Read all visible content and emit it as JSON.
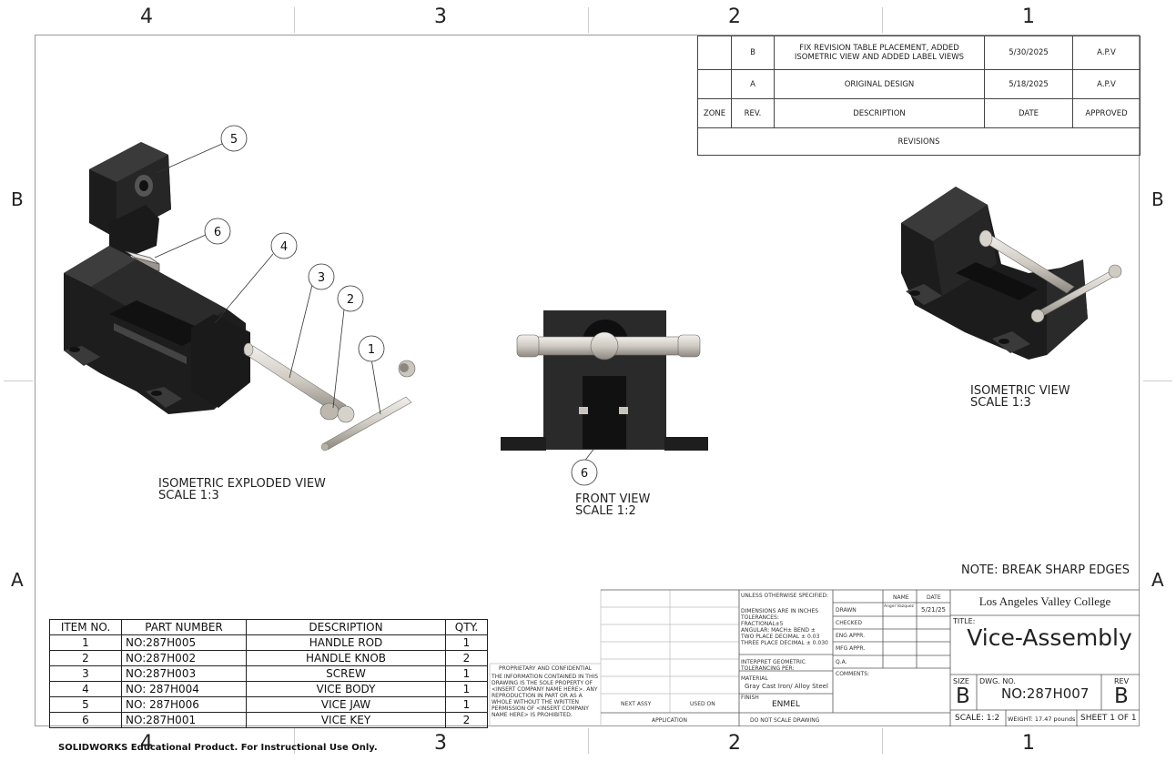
{
  "zones": {
    "columns": [
      "4",
      "3",
      "2",
      "1"
    ],
    "rows": [
      "B",
      "A"
    ]
  },
  "revisions": {
    "headers": {
      "zone": "ZONE",
      "rev": "REV.",
      "description": "DESCRIPTION",
      "date": "DATE",
      "approved": "APPROVED"
    },
    "title": "REVISIONS",
    "rows": [
      {
        "rev": "B",
        "description": "FIX REVISION TABLE PLACEMENT, ADDED ISOMETRIC VIEW AND ADDED LABEL VIEWS",
        "date": "5/30/2025",
        "approved": "A.P.V"
      },
      {
        "rev": "A",
        "description": "ORIGINAL DESIGN",
        "date": "5/18/2025",
        "approved": "A.P.V"
      }
    ]
  },
  "views": {
    "exploded": {
      "name": "ISOMETRIC EXPLODED VIEW",
      "scale": "SCALE 1:3"
    },
    "front": {
      "name": "FRONT VIEW",
      "scale": "SCALE 1:2"
    },
    "iso": {
      "name": "ISOMETRIC VIEW",
      "scale": "SCALE 1:3"
    }
  },
  "balloons": [
    "5",
    "6",
    "4",
    "3",
    "2",
    "1",
    "6"
  ],
  "note": "NOTE: BREAK SHARP EDGES",
  "bom": {
    "headers": [
      "ITEM NO.",
      "PART NUMBER",
      "DESCRIPTION",
      "QTY."
    ],
    "rows": [
      [
        "1",
        "NO:287H005",
        "HANDLE ROD",
        "1"
      ],
      [
        "2",
        "NO:287H002",
        "HANDLE KNOB",
        "2"
      ],
      [
        "3",
        "NO:287H003",
        "SCREW",
        "1"
      ],
      [
        "4",
        "NO: 287H004",
        "VICE BODY",
        "1"
      ],
      [
        "5",
        "NO: 287H006",
        "VICE JAW",
        "1"
      ],
      [
        "6",
        "NO:287H001",
        "VICE KEY",
        "2"
      ]
    ]
  },
  "title_block": {
    "proprietary_title": "PROPRIETARY AND CONFIDENTIAL",
    "proprietary_text": "THE INFORMATION CONTAINED IN THIS DRAWING IS THE SOLE PROPERTY OF <INSERT COMPANY NAME HERE>. ANY REPRODUCTION IN PART OR AS A WHOLE WITHOUT THE WRITTEN PERMISSION OF <INSERT COMPANY NAME HERE> IS PROHIBITED.",
    "next_assy": "NEXT ASSY",
    "used_on": "USED ON",
    "application": "APPLICATION",
    "unless": "UNLESS OTHERWISE SPECIFIED:",
    "dims": "DIMENSIONS ARE IN INCHES",
    "tolerances": "TOLERANCES:",
    "fractional": "FRACTIONAL±5",
    "angular": "ANGULAR: MACH±    BEND ±",
    "two_place": "TWO PLACE DECIMAL    ± 0.03",
    "three_place": "THREE PLACE DECIMAL  ± 0.030",
    "interpret": "INTERPRET GEOMETRIC TOLERANCING PER:",
    "material_label": "MATERIAL",
    "material": "Gray Cast Iron/ Alloy Steel",
    "finish_label": "FINISH",
    "finish": "ENMEL",
    "do_not_scale": "DO NOT SCALE DRAWING",
    "name_header": "NAME",
    "date_header": "DATE",
    "drawn": "DRAWN",
    "drawn_name": "Angel Vazquez",
    "drawn_date": "5/21/25",
    "checked": "CHECKED",
    "eng_appr": "ENG APPR.",
    "mfg_appr": "MFG APPR.",
    "qa": "Q.A.",
    "comments": "COMMENTS:",
    "company": "Los Angeles Valley College",
    "title_label": "TITLE:",
    "title": "Vice-Assembly",
    "size_label": "SIZE",
    "size": "B",
    "dwg_label": "DWG.  NO.",
    "dwg_no": "NO:287H007",
    "rev_label": "REV",
    "rev": "B",
    "scale": "SCALE: 1:2",
    "weight": "WEIGHT: 17.47 pounds",
    "sheet": "SHEET 1 OF 1"
  },
  "footer": "SOLIDWORKS Educational Product. For Instructional Use Only."
}
